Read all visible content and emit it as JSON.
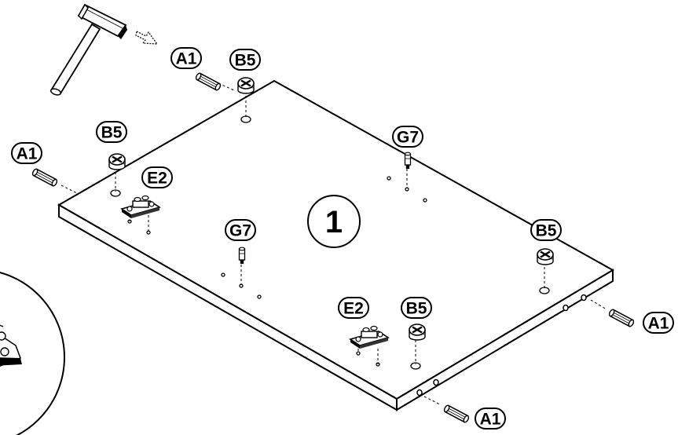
{
  "diagram": {
    "panel_number": "1",
    "labels": {
      "a1_top": "A1",
      "b5_top": "B5",
      "a1_left": "A1",
      "b5_left": "B5",
      "e2_left": "E2",
      "g7_right": "G7",
      "g7_left": "G7",
      "b5_right": "B5",
      "e2_front": "E2",
      "b5_front": "B5",
      "a1_right": "A1",
      "a1_bottom": "A1"
    }
  }
}
